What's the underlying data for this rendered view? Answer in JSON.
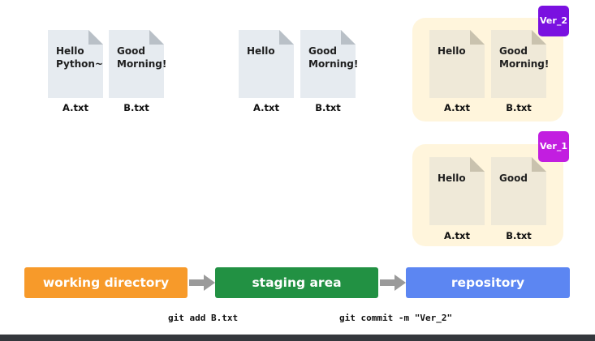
{
  "working_directory": {
    "files": [
      {
        "name": "A.txt",
        "content": "Hello\nPython~"
      },
      {
        "name": "B.txt",
        "content": "Good\nMorning!"
      }
    ]
  },
  "staging_area": {
    "files": [
      {
        "name": "A.txt",
        "content": "Hello"
      },
      {
        "name": "B.txt",
        "content": "Good\nMorning!"
      }
    ]
  },
  "repository": {
    "versions": [
      {
        "label": "Ver_2",
        "color": "#7a10e0",
        "files": [
          {
            "name": "A.txt",
            "content": "Hello"
          },
          {
            "name": "B.txt",
            "content": "Good\nMorning!"
          }
        ]
      },
      {
        "label": "Ver_1",
        "color": "#c21ee0",
        "files": [
          {
            "name": "A.txt",
            "content": "Hello"
          },
          {
            "name": "B.txt",
            "content": "Good"
          }
        ]
      }
    ]
  },
  "stages": [
    {
      "label": "working directory",
      "color": "#f79a2a"
    },
    {
      "label": "staging area",
      "color": "#229143"
    },
    {
      "label": "repository",
      "color": "#5c86f2"
    }
  ],
  "commands": {
    "add": "git add B.txt",
    "commit": "git commit -m \"Ver_2\""
  },
  "colors": {
    "doc_fill": "#e6ebf0",
    "doc_fill_repo": "#efe9d8",
    "repo_box": "#fff5dc",
    "arrow": "#9a9a9a"
  }
}
